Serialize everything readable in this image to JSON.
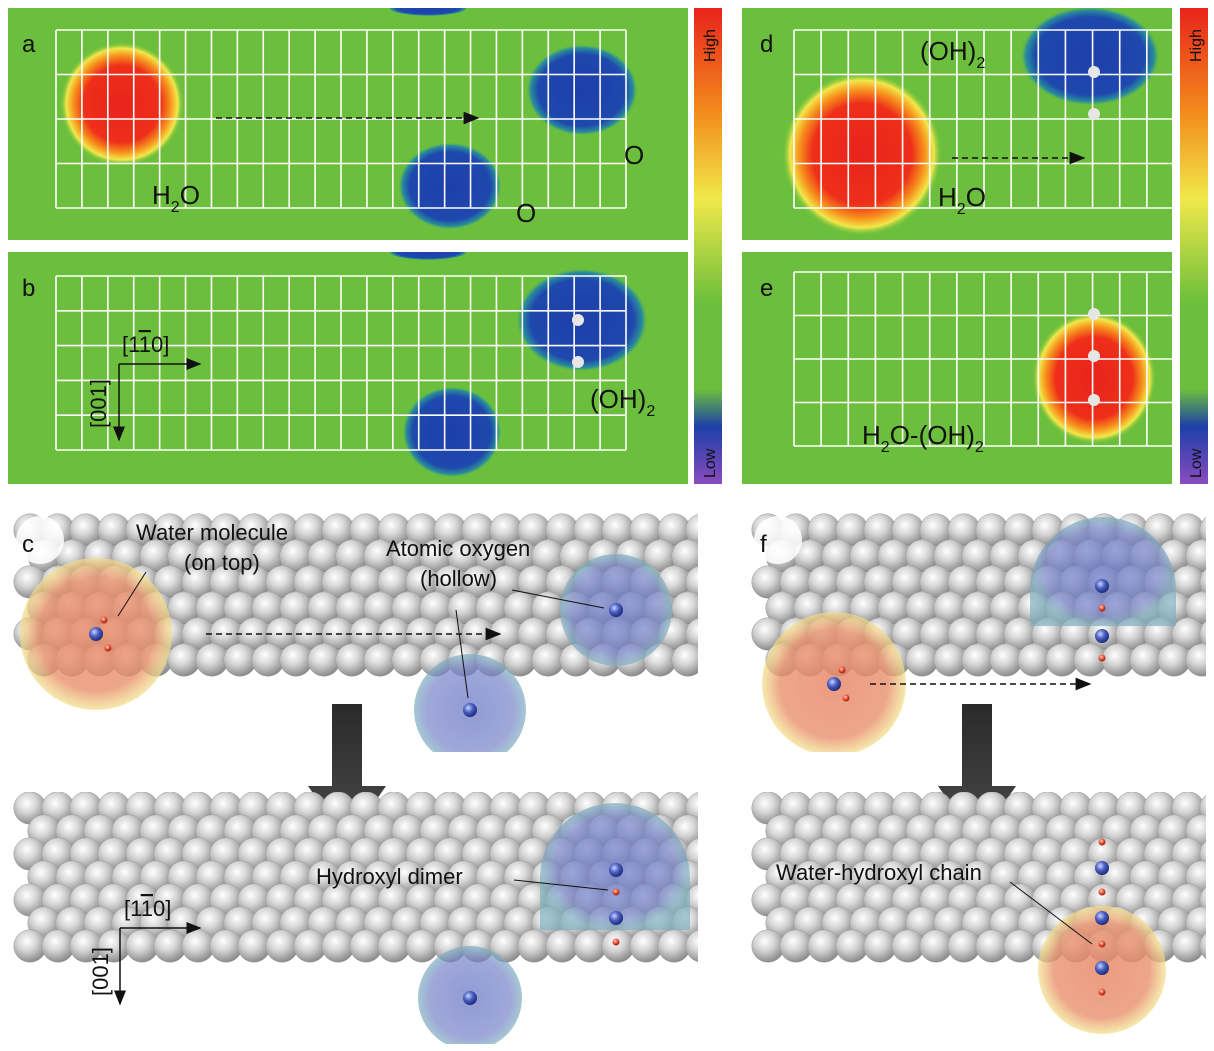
{
  "colors": {
    "background_green": "#6cbf3c",
    "high_red": "#e8231c",
    "low_blue": "#1d3fa8",
    "grid_line": "#ffffff",
    "atom_gray": "#c9c9c9",
    "adsorbate_blue": "#4a5fc1",
    "hydrogen_red": "#e0442c",
    "arrow_dark": "#3a3a3a"
  },
  "panels": {
    "a": {
      "letter": "a",
      "labels": {
        "water": "H",
        "water_sub": "2",
        "water_tail": "O",
        "oxygen_1": "O",
        "oxygen_2": "O"
      }
    },
    "b": {
      "letter": "b",
      "labels": {
        "hydroxyl": "(OH)",
        "hydroxyl_sub": "2"
      },
      "axes": {
        "horizontal": "[1",
        "horizontal_bar": "1",
        "horizontal_tail": "0]",
        "vertical": "[001]"
      }
    },
    "c": {
      "letter": "c",
      "labels": {
        "water_molecule": "Water molecule",
        "on_top": "(on top)",
        "atomic_oxygen": "Atomic oxygen",
        "hollow": "(hollow)",
        "hydroxyl_dimer": "Hydroxyl dimer"
      },
      "axes": {
        "horizontal": "[1",
        "horizontal_bar": "1",
        "horizontal_tail": "0]",
        "vertical": "[001]"
      }
    },
    "d": {
      "letter": "d",
      "labels": {
        "hydroxyl": "(OH)",
        "hydroxyl_sub": "2",
        "water": "H",
        "water_sub": "2",
        "water_tail": "O"
      }
    },
    "e": {
      "letter": "e",
      "labels": {
        "chain_h": "H",
        "chain_sub1": "2",
        "chain_mid": "O-(OH)",
        "chain_sub2": "2"
      }
    },
    "f": {
      "letter": "f",
      "labels": {
        "water_hydroxyl_chain": "Water-hydroxyl chain"
      }
    }
  },
  "colorbar": {
    "high": "High",
    "low": "Low"
  }
}
